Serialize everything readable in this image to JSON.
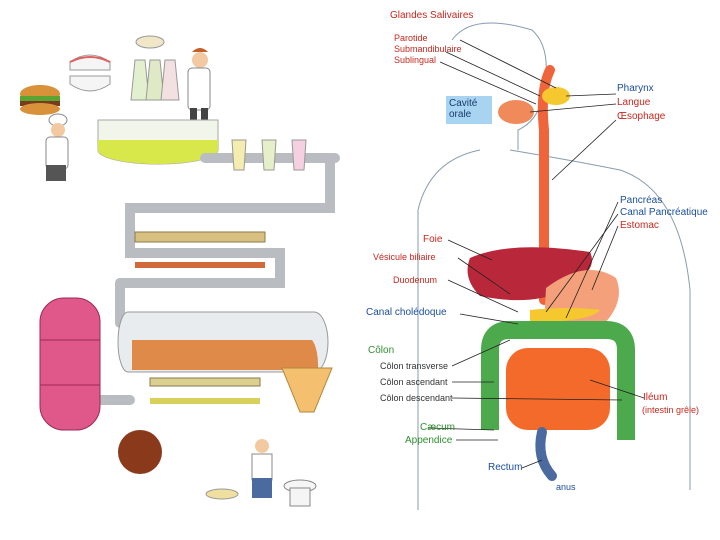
{
  "labels": {
    "glandes_salivaires": "Glandes Salivaires",
    "parotide": "Parotide",
    "submandibulaire": "Submandibulaire",
    "sublingual": "Sublingual",
    "cavite_orale": "Cavité\norale",
    "pharynx": "Pharynx",
    "langue": "Langue",
    "oesophage": "Œsophage",
    "pancreas": "Pancréas",
    "canal_pancreatique": "Canal Pancréatique",
    "estomac": "Estomac",
    "foie": "Foie",
    "vesicule_biliaire": "Vésicule biliaire",
    "duodenum": "Duodenum",
    "canal_choledoque": "Canal cholédoque",
    "colon": "Côlon",
    "colon_transverse": "Côlon transverse",
    "colon_ascendant": "Côlon ascendant",
    "colon_descendant": "Côlon descendant",
    "caecum": "Cæcum",
    "appendice": "Appendice",
    "rectum": "Rectum",
    "anus": "anus",
    "ileum": "Iléum",
    "intestin_grele": "(intestin grêle)"
  },
  "colors": {
    "oesophagus": "#f0643c",
    "liver": "#b8283a",
    "stomach": "#f4a07a",
    "small_intestine": "#f46a2a",
    "colon": "#4caa4c",
    "pancreas": "#f6c830",
    "salivary": "#f6c830",
    "pink_tank": "#e0578a",
    "pipe": "#b9bdc2"
  }
}
